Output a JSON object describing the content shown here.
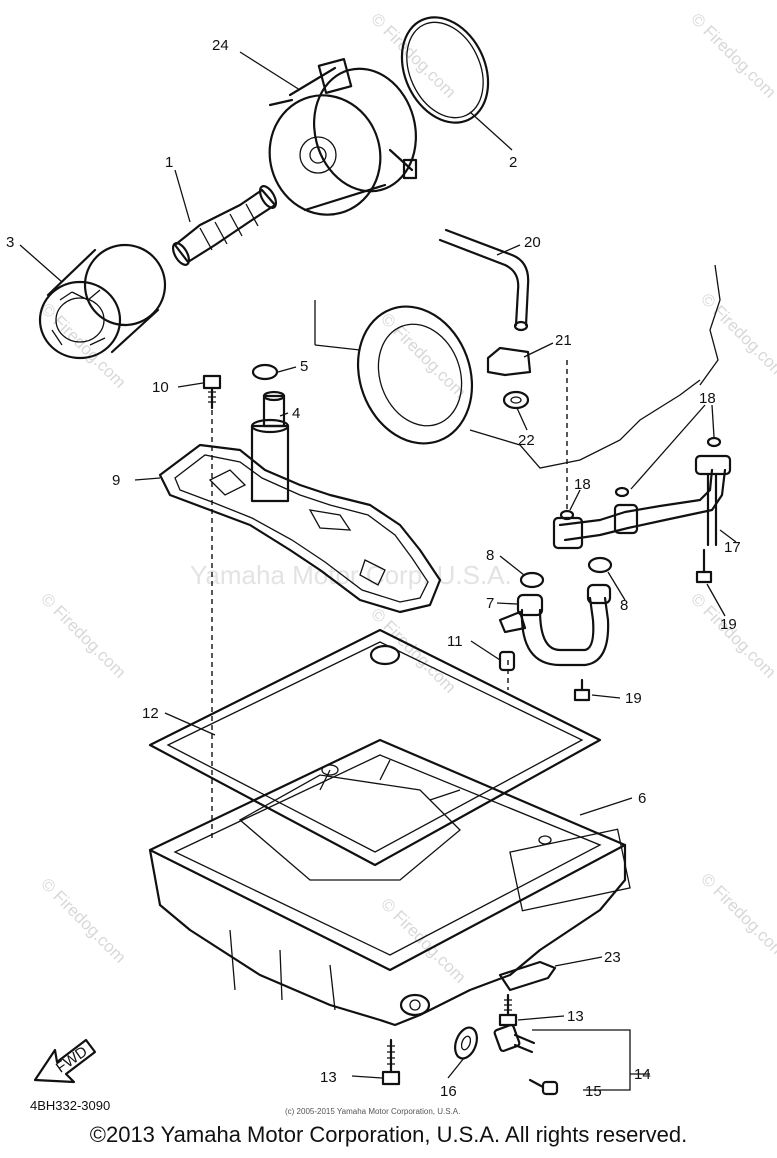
{
  "diagram": {
    "part_code": "4BH332-3090",
    "small_copyright": "(c) 2005-2015 Yamaha Motor Corporation, U.S.A.",
    "copyright": "©2013 Yamaha Motor Corporation, U.S.A. All rights reserved.",
    "fwd_label": "FWD",
    "watermark_side": "© Firedog.com",
    "watermark_center": "Yamaha Motor Corp, U.S.A.",
    "callouts": [
      "24",
      "2",
      "1",
      "3",
      "20",
      "5",
      "10",
      "4",
      "21",
      "22",
      "18",
      "18",
      "9",
      "18",
      "17",
      "8",
      "8",
      "7",
      "19",
      "11",
      "19",
      "12",
      "6",
      "23",
      "13",
      "14",
      "13",
      "16",
      "15"
    ]
  }
}
